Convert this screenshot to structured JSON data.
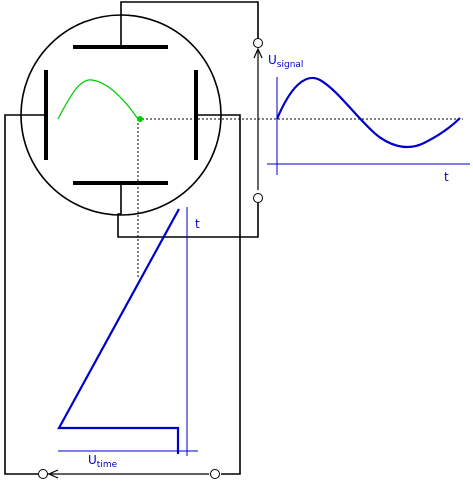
{
  "colors": {
    "frame": "#000000",
    "signal": "#0000c8",
    "trace": "#00cc00",
    "dotted": "#000000",
    "terminal_fill": "#ffffff"
  },
  "labels": {
    "signal_u": "U",
    "signal_sub": "signal",
    "signal_t": "t",
    "time_u": "U",
    "time_sub": "time",
    "time_t": "t"
  }
}
